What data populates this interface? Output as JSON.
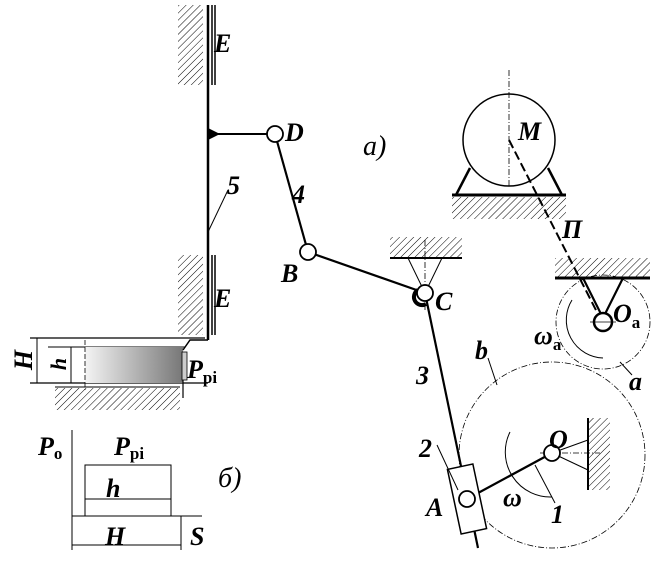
{
  "labels": {
    "E_top": "E",
    "E_bottom": "E",
    "D": "D",
    "B": "B",
    "C": "C",
    "A": "A",
    "O": "O",
    "Oa": "O",
    "Oa_sub": "a",
    "M": "M",
    "Pi": "П",
    "link5": "5",
    "link4": "4",
    "link3": "3",
    "link2": "2",
    "link1": "1",
    "b": "b",
    "a": "a",
    "omega": "ω",
    "omega_a": "ω",
    "omega_a_sub": "a",
    "H_vertical": "H",
    "h_vertical": "h",
    "Ppi_press": "P",
    "Ppi_press_sub": "pi",
    "part_a": "а)",
    "part_b": "б)"
  },
  "graph_b": {
    "P0": "P",
    "P0_sub": "o",
    "Ppi": "P",
    "Ppi_sub": "pi",
    "h": "h",
    "H": "H",
    "S": "S"
  }
}
